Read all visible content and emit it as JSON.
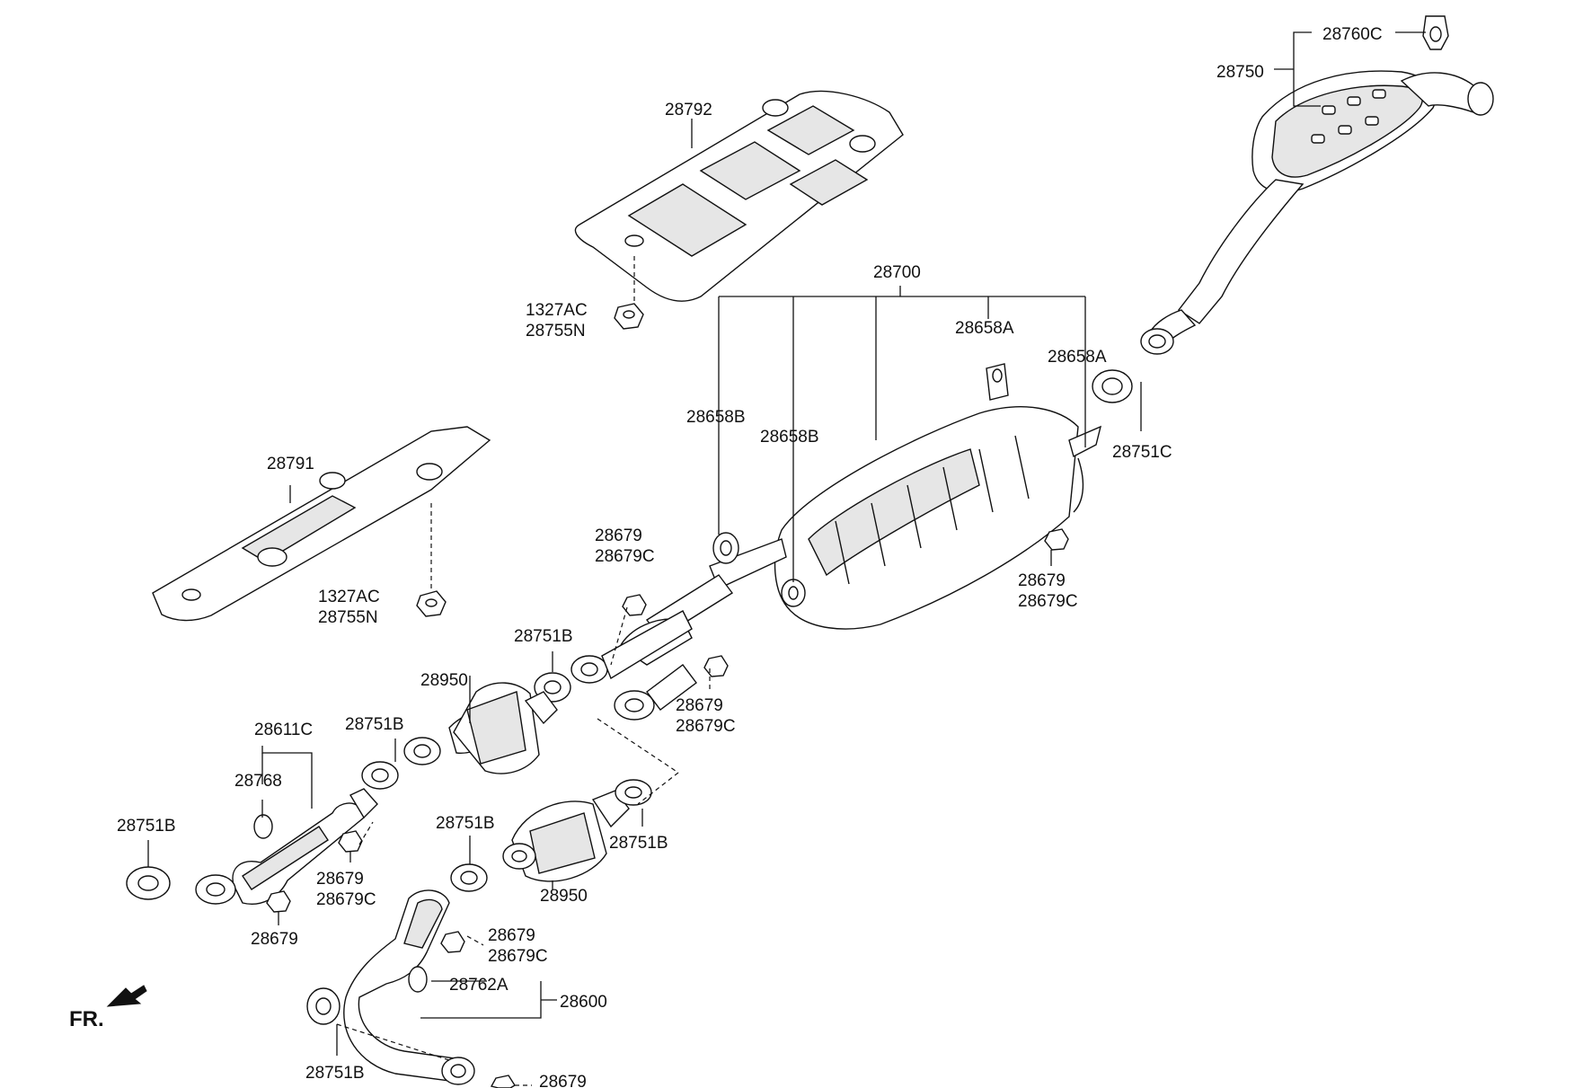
{
  "labels": {
    "l28760C": "28760C",
    "l28750": "28750",
    "l28792": "28792",
    "l1327AC_a": "1327AC",
    "l28755N_a": "28755N",
    "l28700": "28700",
    "l28658A_a": "28658A",
    "l28658A_b": "28658A",
    "l28751C": "28751C",
    "l28658B_a": "28658B",
    "l28658B_b": "28658B",
    "l28791": "28791",
    "l1327AC_b": "1327AC",
    "l28755N_b": "28755N",
    "l28679_a": "28679",
    "l28679C_a": "28679C",
    "l28679_b": "28679",
    "l28679C_b": "28679C",
    "l28751B_a": "28751B",
    "l28950_a": "28950",
    "l28679_c": "28679",
    "l28679C_c": "28679C",
    "l28611C": "28611C",
    "l28751B_b": "28751B",
    "l28768": "28768",
    "l28751B_c": "28751B",
    "l28751B_d": "28751B",
    "l28751B_e": "28751B",
    "l28679_d": "28679",
    "l28679C_d": "28679C",
    "l28950_b": "28950",
    "l28679_e": "28679",
    "l28679_f": "28679",
    "l28679C_f": "28679C",
    "l28762A": "28762A",
    "l28600": "28600",
    "l28751B_f": "28751B",
    "l28679_g": "28679",
    "fr": "FR."
  }
}
